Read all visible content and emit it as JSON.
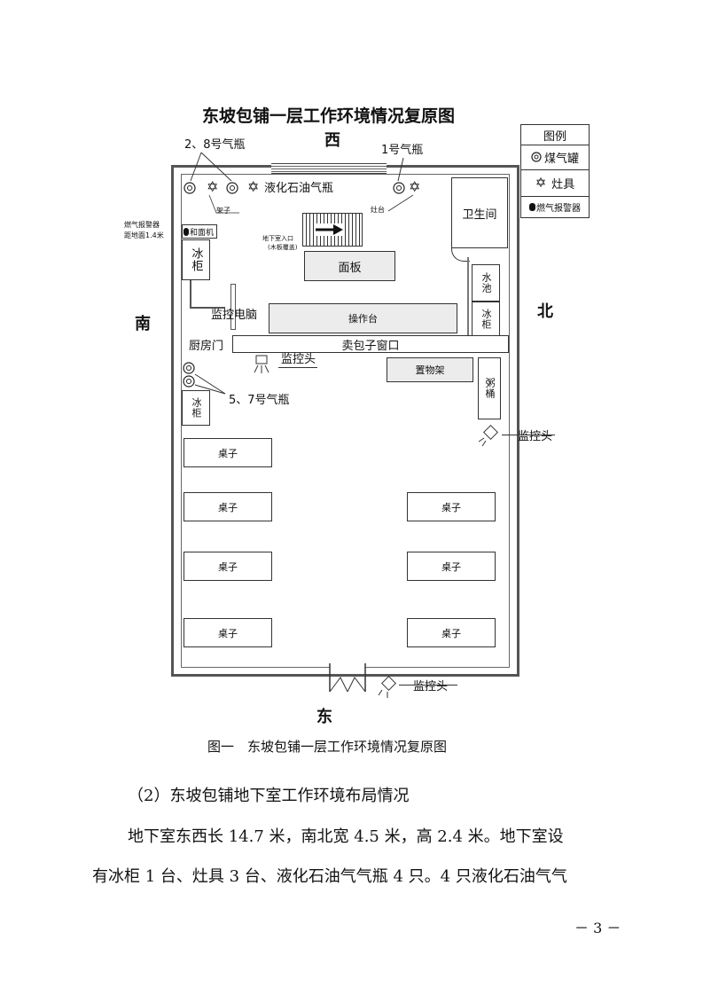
{
  "figure": {
    "title": "东坡包铺一层工作环境情况复原图",
    "directions": {
      "west": "西",
      "south": "南",
      "north": "北",
      "east": "东"
    },
    "legend": {
      "title": "图例",
      "items": [
        {
          "icon": "gas-tank-icon",
          "label": "煤气罐"
        },
        {
          "icon": "stove-icon",
          "label": "灶具"
        },
        {
          "icon": "gas-alarm-icon",
          "label": "燃气报警器"
        }
      ]
    },
    "labels": {
      "bottles_2_8": "2、8号气瓶",
      "bottle_1": "1号气瓶",
      "lpg_bottle": "液化石油气瓶",
      "shelf": "架子",
      "stove": "灶台",
      "toilet": "卫生间",
      "alarm_note_1": "燃气报警器",
      "alarm_note_2": "距地面1.4米",
      "dough_machine": "和面机",
      "basement_entry_1": "地下室入口",
      "basement_entry_2": "(木板覆盖)",
      "board": "面板",
      "freezer": "冰柜",
      "sink": "水池",
      "monitor_pc": "监控电脑",
      "console": "操作台",
      "sell_window": "卖包子窗口",
      "kitchen_door": "厨房门",
      "camera": "监控头",
      "storage_rack": "置物架",
      "porridge_bucket": "粥桶",
      "bottles_5_7": "5、7号气瓶",
      "table": "桌子"
    }
  },
  "caption": "图一　东坡包铺一层工作环境情况复原图",
  "section_heading": "（2）东坡包铺地下室工作环境布局情况",
  "paragraph_line1": "地下室东西长 14.7 米，南北宽 4.5 米，高 2.4 米。地下室设",
  "paragraph_line2": "有冰柜 1 台、灶具 3 台、液化石油气气瓶 4 只。4 只液化石油气气",
  "page_number": "－ 3 －"
}
